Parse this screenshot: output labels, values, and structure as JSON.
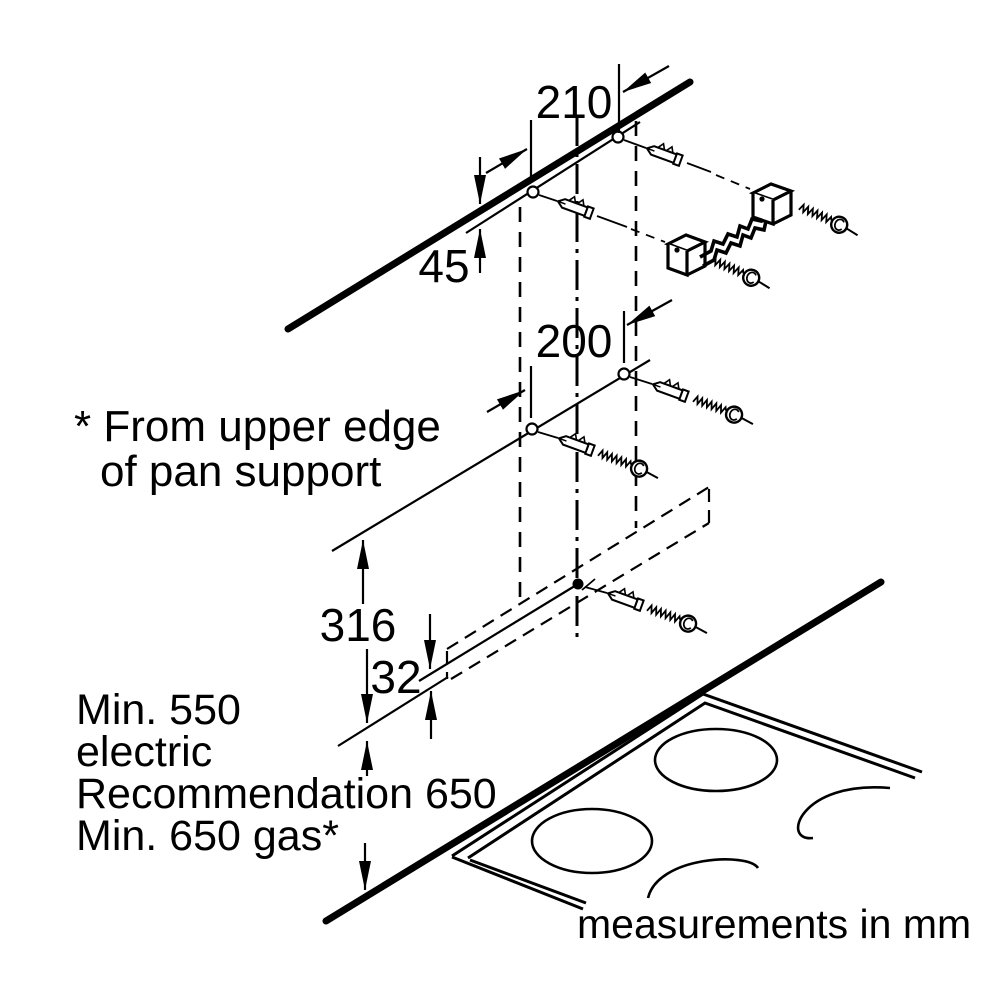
{
  "diagram": {
    "title": "cooker-hood-installation-drawing",
    "dimensions": {
      "d210": "210",
      "d45": "45",
      "d200": "200",
      "d316": "316",
      "d32": "32"
    },
    "notes": {
      "pan_note_line1": "* From upper edge",
      "pan_note_line2": "of pan support",
      "min_electric": "Min. 550",
      "electric": "electric",
      "recommendation": "Recommendation 650",
      "min_gas": "Min. 650 gas*",
      "units": "measurements in mm"
    },
    "icons": {
      "wall_plug": "wall-plug-dowel-icon",
      "screw": "screw-icon",
      "bracket": "mounting-bracket-icon",
      "hob": "cooktop-icon"
    },
    "colors": {
      "line": "#000000",
      "background": "#ffffff"
    }
  }
}
